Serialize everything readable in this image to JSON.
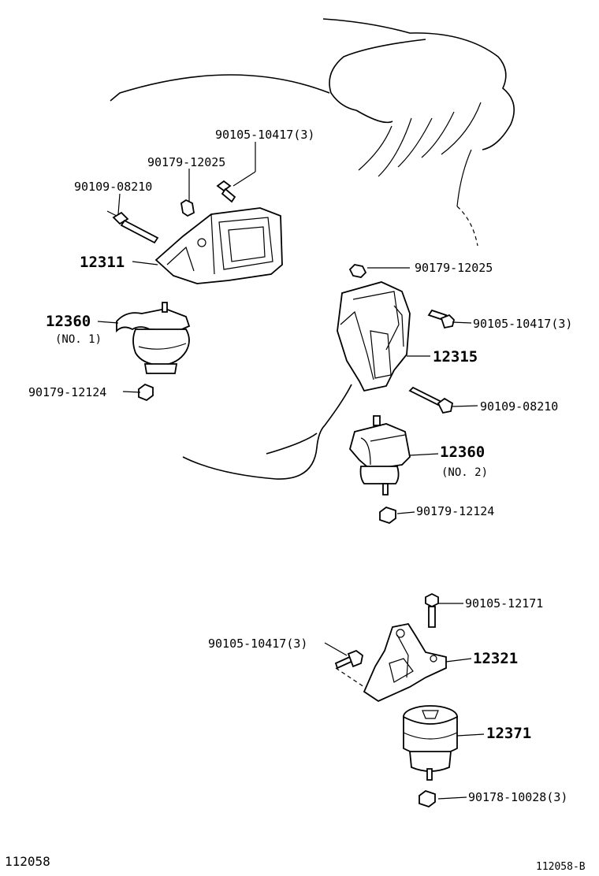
{
  "callouts": {
    "p90105_10417_a": "90105-10417(3)",
    "p90179_12025_a": "90179-12025",
    "p90109_08210_a": "90109-08210",
    "p12311": "12311",
    "p12360_a": "12360",
    "p12360_a_sub": "(NO. 1)",
    "p90179_12124_a": "90179-12124",
    "p90179_12025_b": "90179-12025",
    "p90105_10417_b": "90105-10417(3)",
    "p12315": "12315",
    "p90109_08210_b": "90109-08210",
    "p12360_b": "12360",
    "p12360_b_sub": "(NO. 2)",
    "p90179_12124_b": "90179-12124",
    "p90105_12171": "90105-12171",
    "p90105_10417_c": "90105-10417(3)",
    "p12321": "12321",
    "p12371": "12371",
    "p90178_10028": "90178-10028(3)"
  },
  "figure_id": "112058",
  "figure_ref": "112058-B"
}
